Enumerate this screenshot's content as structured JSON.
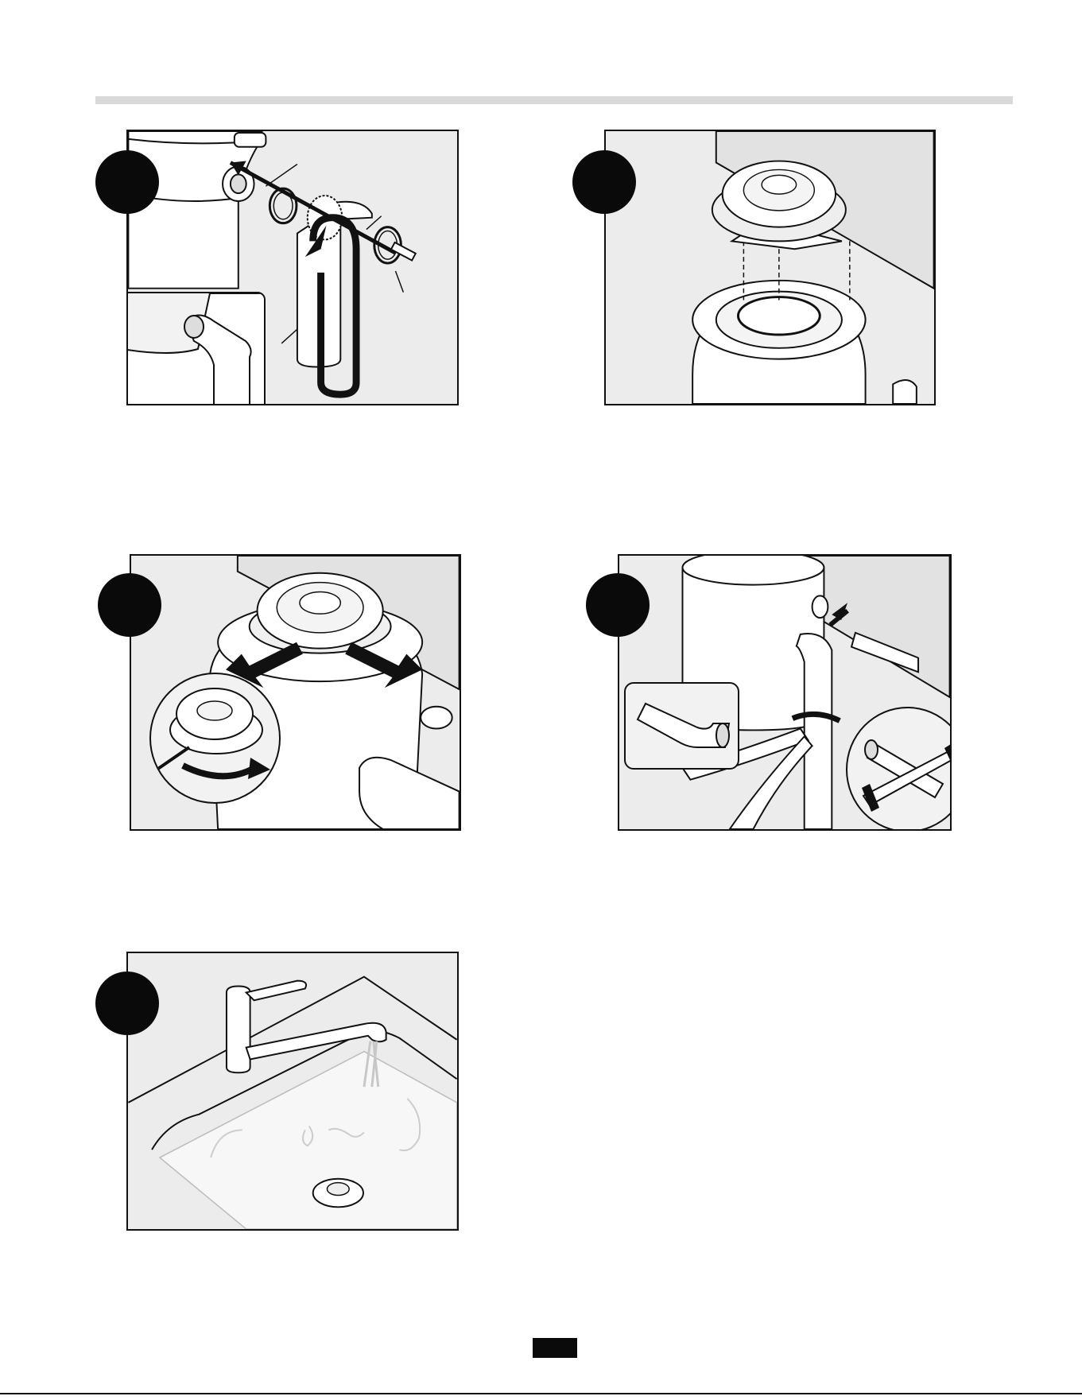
{
  "page": {
    "header_rule": "",
    "page_number": ""
  },
  "steps": [
    {
      "id": "step-a",
      "illustration": "disposer-discharge-tube-assembly",
      "number": ""
    },
    {
      "id": "step-b",
      "illustration": "mounting-assembly-alignment",
      "number": ""
    },
    {
      "id": "step-c",
      "illustration": "lock-disposer-to-mount",
      "number": ""
    },
    {
      "id": "step-d",
      "illustration": "connect-dishwasher-and-drain",
      "number": ""
    },
    {
      "id": "step-e",
      "illustration": "run-water-in-sink",
      "number": ""
    }
  ],
  "colors": {
    "panel_bg": "#ececec",
    "badge": "#0a0a0a",
    "rule": "#d9d9d9",
    "line": "#111111"
  }
}
